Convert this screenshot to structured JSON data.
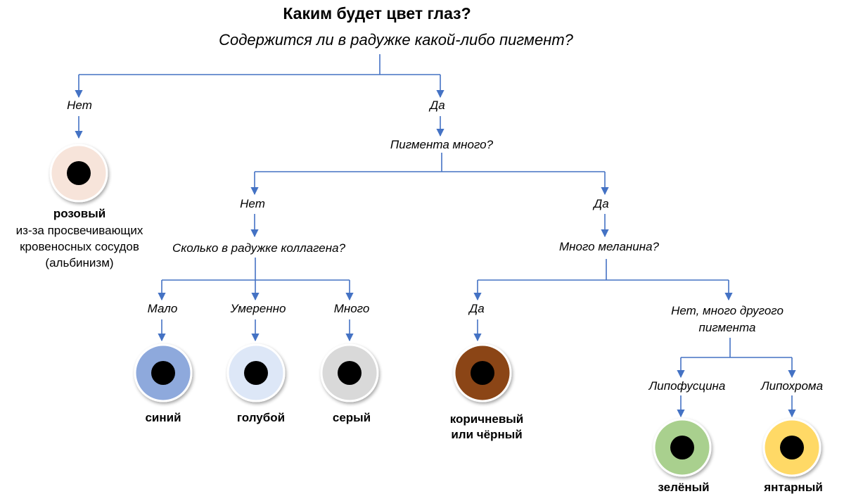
{
  "title": "Каким будет цвет глаз?",
  "q_root": "Содержится ли в радужке какой-либо пигмент?",
  "root_no": "Нет",
  "root_yes": "Да",
  "q_much_pigment": "Пигмента много?",
  "much_no": "Нет",
  "much_yes": "Да",
  "q_collagen": "Сколько в радужке коллагена?",
  "collagen_low": "Мало",
  "collagen_mid": "Умеренно",
  "collagen_high": "Много",
  "q_melanin": "Много меланина?",
  "melanin_yes": "Да",
  "melanin_no_line1": "Нет, много другого",
  "melanin_no_line2": "пигмента",
  "pigment_lipofuscin": "Липофусцина",
  "pigment_lipochrome": "Липохрома",
  "results": {
    "pink": "розовый",
    "pink_note1": "из-за просвечивающих",
    "pink_note2": "кровеносных сосудов",
    "pink_note3": "(альбинизм)",
    "blue": "синий",
    "lightblue": "голубой",
    "grey": "серый",
    "brown1": "коричневый",
    "brown2": "или чёрный",
    "green": "зелёный",
    "amber": "янтарный"
  },
  "colors": {
    "line": "#4472c4",
    "pupil": "#000000",
    "iris_pink": "#f7e4da",
    "iris_blue": "#8ea9dc",
    "iris_lightblue": "#dde7f7",
    "iris_grey": "#d9d9d9",
    "iris_brown": "#8b4513",
    "iris_green": "#a9d08e",
    "iris_amber": "#ffd966"
  }
}
